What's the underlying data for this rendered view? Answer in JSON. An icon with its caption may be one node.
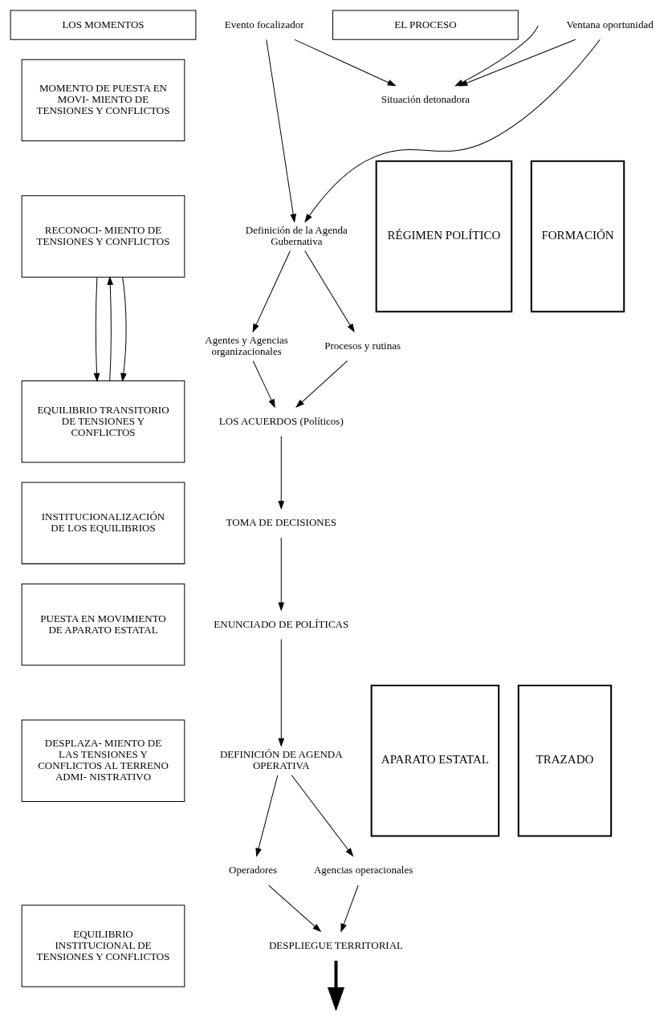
{
  "diagram": {
    "nodes": [
      {
        "text": [
          "RÉGIMEN POLÍTICO"
        ]
      },
      {
        "text": [
          "APARATO ESTATAL"
        ]
      },
      {
        "text": [
          "FORMACIÓN"
        ]
      },
      {
        "text": [
          "TRAZADO"
        ]
      },
      {
        "text": [
          "LOS MOMENTOS"
        ]
      },
      {
        "text": [
          "EL PROCESO"
        ]
      },
      {
        "text": [
          "MOMENTO DE PUESTA EN MOVI- MIENTO DE TENSIONES Y CONFLICTOS"
        ]
      },
      {
        "text": [
          "RECONOCI- MIENTO DE TENSIONES Y CONFLICTOS"
        ]
      },
      {
        "text": [
          "EQUILIBRIO TRANSITORIO DE TENSIONES Y CONFLICTOS"
        ]
      },
      {
        "text": [
          "INSTITUCIONALIZACIÓN DE LOS EQUILIBRIOS"
        ]
      },
      {
        "text": [
          "PUESTA EN MOVIMIENTO DE APARATO ESTATAL"
        ]
      },
      {
        "text": [
          "DESPLAZA- MIENTO DE LAS TENSIONES Y CONFLICTOS AL TERRENO ADMI- NISTRATIVO"
        ]
      },
      {
        "text": [
          "EQUILIBRIO INSTITUCIONAL DE TENSIONES Y CONFLICTOS"
        ]
      },
      {
        "text": [
          "Situación detonadora"
        ]
      },
      {
        "text": [
          "Evento focalizador"
        ]
      },
      {
        "text": [
          "Ventana oportunidad"
        ]
      },
      {
        "text": [
          "Definición de la Agenda Gubernativa"
        ]
      },
      {
        "text": [
          "Agentes y Agencias organizacionales"
        ]
      },
      {
        "text": [
          "Procesos y rutinas"
        ]
      },
      {
        "text": [
          "LOS ACUERDOS (Políticos)"
        ]
      },
      {
        "text": [
          "TOMA DE DECISIONES"
        ]
      },
      {
        "text": [
          "ENUNCIADO DE POLÍTICAS"
        ]
      },
      {
        "text": [
          "DEFINICIÓN DE AGENDA OPERATIVA"
        ]
      },
      {
        "text": [
          "Operadores"
        ]
      },
      {
        "text": [
          "Agencias operacionales"
        ]
      },
      {
        "text": [
          "DESPLIEGUE TERRITORIAL"
        ]
      }
    ],
    "edges": [
      {
        "from": null,
        "to": 13,
        "arrow": "to"
      },
      {
        "from": 14,
        "to": 13,
        "arrow": "to"
      },
      {
        "from": 15,
        "to": 13,
        "arrow": "to"
      },
      {
        "from": 14,
        "to": 16,
        "arrow": "to"
      },
      {
        "from": 15,
        "to": 16,
        "arrow": "to"
      },
      {
        "from": 16,
        "to": 17,
        "arrow": "to"
      },
      {
        "from": 16,
        "to": 18,
        "arrow": "to"
      },
      {
        "from": 17,
        "to": 19,
        "arrow": "to"
      },
      {
        "from": 18,
        "to": 19,
        "arrow": "to"
      },
      {
        "from": 19,
        "to": 20,
        "arrow": "to"
      },
      {
        "from": 20,
        "to": 21,
        "arrow": "to"
      },
      {
        "from": 21,
        "to": 22,
        "arrow": "to"
      },
      {
        "from": 22,
        "to": 23,
        "arrow": "to"
      },
      {
        "from": 22,
        "to": 24,
        "arrow": "to"
      },
      {
        "from": 23,
        "to": 25,
        "arrow": "to"
      },
      {
        "from": 24,
        "to": 25,
        "arrow": "to"
      },
      {
        "from": 7,
        "to": 8,
        "arrow": "to"
      },
      {
        "from": 8,
        "to": 7,
        "arrow": "to"
      },
      {
        "from": 7,
        "to": 8,
        "arrow": "to"
      },
      {
        "from": 25,
        "to": null,
        "arrow": "to",
        "style": "thick"
      }
    ]
  }
}
